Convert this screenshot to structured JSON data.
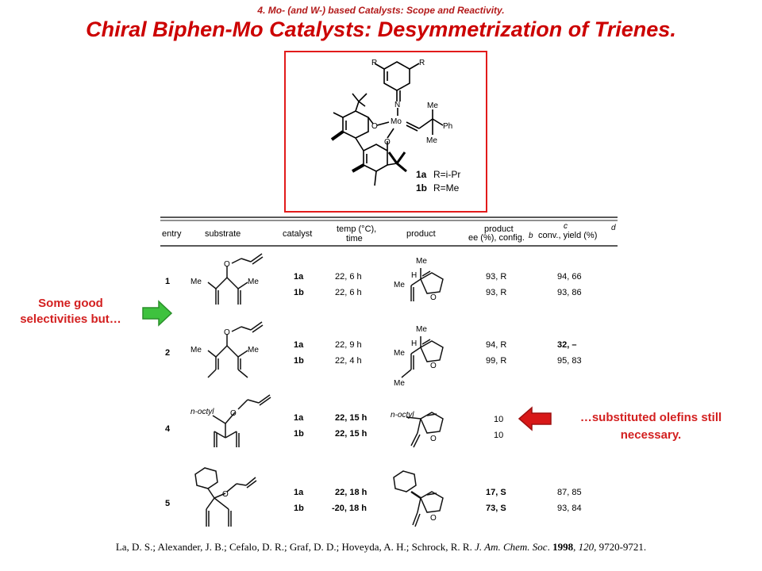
{
  "header": {
    "subtitle": "4. Mo- (and W-) based Catalysts:  Scope and Reactivity.",
    "title": "Chiral Biphen-Mo Catalysts: Desymmetrization of Trienes."
  },
  "catalyst": {
    "atoms": {
      "r1": "R",
      "r2": "R",
      "n": "N",
      "mo": "Mo",
      "o1": "O",
      "o2": "O",
      "me1": "Me",
      "ph": "Ph",
      "me2": "Me"
    },
    "variants": [
      {
        "label": "1a",
        "r": "R=i-Pr"
      },
      {
        "label": "1b",
        "r": "R=Me"
      }
    ]
  },
  "table": {
    "headers": {
      "entry": "entry",
      "substrate": "substrate",
      "catalyst": "catalyst",
      "temp_line1": "temp (°C),",
      "temp_line2": "time",
      "product": "product",
      "product_ee_line1": "product",
      "product_ee_line2": "ee (%), config.",
      "note_b": "b",
      "note_c": "c",
      "conv_yield": "conv., yield (%)",
      "note_d": "d"
    },
    "rows": [
      {
        "entry": "1",
        "substituent_left": "Me",
        "substituent_right": "Me",
        "product_me": "Me",
        "product_h": "H",
        "product_me2": "Me",
        "ring_o": "O",
        "sub_o": "O",
        "catalysts": [
          "1a",
          "1b"
        ],
        "temp_time": [
          "22, 6 h",
          "22, 6 h"
        ],
        "ee": [
          "93, R",
          "93, R"
        ],
        "conv_yield": [
          "94, 66",
          "93, 86"
        ]
      },
      {
        "entry": "2",
        "substituent_left": "Me",
        "substituent_right": "Me",
        "product_me": "Me",
        "product_h": "H",
        "product_me2": "Me",
        "product_me3": "Me",
        "ring_o": "O",
        "sub_o": "O",
        "catalysts": [
          "1a",
          "1b"
        ],
        "temp_time": [
          "22, 9 h",
          "22, 4 h"
        ],
        "ee": [
          "94, R",
          "99, R"
        ],
        "conv_yield": [
          "32, –",
          "95, 83"
        ]
      },
      {
        "entry": "4",
        "substituent_left": "n-octyl",
        "product_sub": "n-octyl",
        "ring_o": "O",
        "sub_o": "O",
        "catalysts": [
          "1a",
          "1b"
        ],
        "temp_time": [
          "22, 15 h",
          "22, 15 h"
        ],
        "ee": [
          "10",
          "10"
        ],
        "conv_yield": [
          "",
          ""
        ]
      },
      {
        "entry": "5",
        "ring_o": "O",
        "sub_o": "O",
        "catalysts": [
          "1a",
          "1b"
        ],
        "temp_time": [
          "22, 18 h",
          "-20, 18 h"
        ],
        "ee": [
          "17, S",
          "73, S"
        ],
        "conv_yield": [
          "87, 85",
          "93, 84"
        ]
      }
    ]
  },
  "notes": {
    "left_line1": "Some good",
    "left_line2": "selectivities but…",
    "right_line1": "…substituted olefins still",
    "right_line2": "necessary."
  },
  "citation": {
    "authors": "La, D. S.; Alexander, J. B.; Cefalo, D. R.; Graf, D. D.; Hoveyda, A. H.; Schrock, R. R. ",
    "journal": "J. Am. Chem. Soc",
    "dot": ". ",
    "year": "1998",
    "sep1": ", ",
    "volume": "120",
    "pages": ", 9720-9721."
  },
  "colors": {
    "title_red": "#cc0000",
    "box_red": "#e21b1b",
    "arrow_green": "#3ec23e",
    "arrow_red": "#d81818"
  }
}
